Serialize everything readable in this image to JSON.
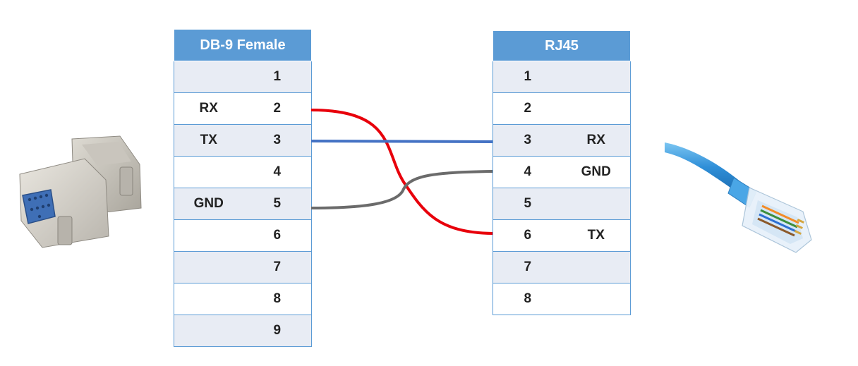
{
  "db9": {
    "title": "DB-9 Female",
    "rows": [
      {
        "signal": "",
        "pin": "1"
      },
      {
        "signal": "RX",
        "pin": "2"
      },
      {
        "signal": "TX",
        "pin": "3"
      },
      {
        "signal": "",
        "pin": "4"
      },
      {
        "signal": "GND",
        "pin": "5"
      },
      {
        "signal": "",
        "pin": "6"
      },
      {
        "signal": "",
        "pin": "7"
      },
      {
        "signal": "",
        "pin": "8"
      },
      {
        "signal": "",
        "pin": "9"
      }
    ]
  },
  "rj45": {
    "title": "RJ45",
    "rows": [
      {
        "pin": "1",
        "signal": ""
      },
      {
        "pin": "2",
        "signal": ""
      },
      {
        "pin": "3",
        "signal": "RX"
      },
      {
        "pin": "4",
        "signal": "GND"
      },
      {
        "pin": "5",
        "signal": ""
      },
      {
        "pin": "6",
        "signal": "TX"
      },
      {
        "pin": "7",
        "signal": ""
      },
      {
        "pin": "8",
        "signal": ""
      }
    ]
  },
  "colors": {
    "header": "#5b9bd5",
    "rx": "#e30613",
    "tx": "#2e4f8f",
    "wire_red": "#e8000b",
    "wire_blue": "#4472c4",
    "wire_gray": "#6b6b6b"
  },
  "icons": [
    "db9-adapter-icon",
    "rj45-cable-icon"
  ]
}
